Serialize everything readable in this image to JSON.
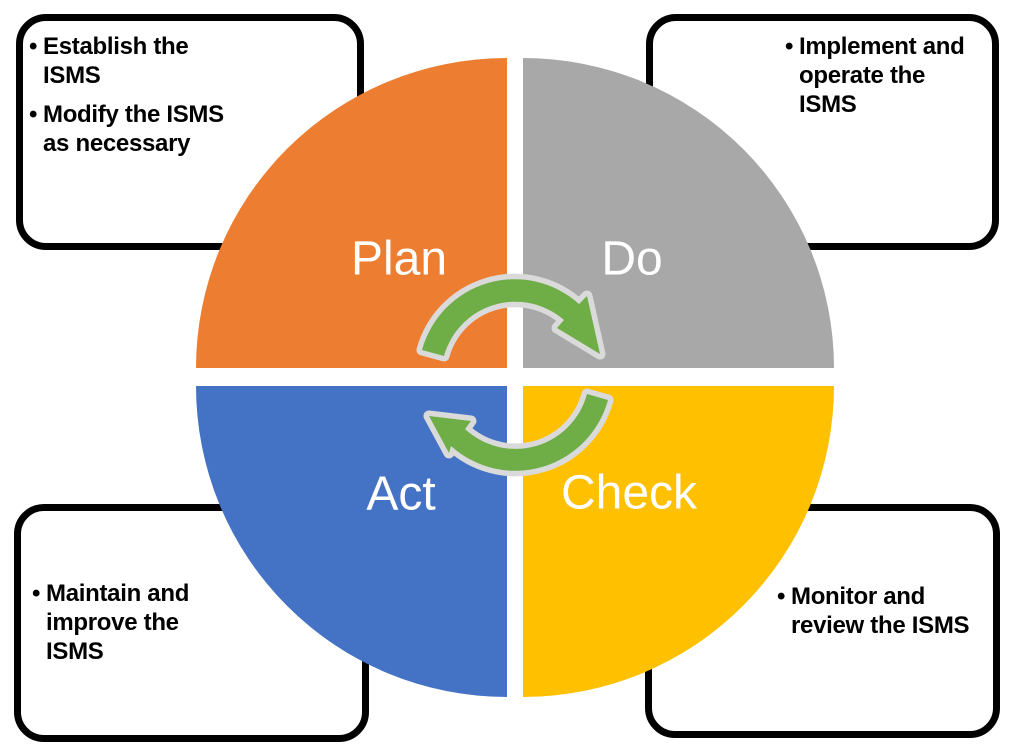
{
  "bullet_char": "•",
  "quadrants": {
    "plan": {
      "label": "Plan",
      "color": "#ED7D31"
    },
    "do": {
      "label": "Do",
      "color": "#A8A8A8"
    },
    "check": {
      "label": "Check",
      "color": "#FFC000"
    },
    "act": {
      "label": "Act",
      "color": "#4472C4"
    },
    "label_color": "#FFFFFF"
  },
  "callouts": {
    "top_left": {
      "items": [
        {
          "lines": [
            "Establish the",
            "ISMS"
          ]
        },
        {
          "lines": [
            "Modify the ISMS",
            "as necessary"
          ]
        }
      ]
    },
    "top_right": {
      "items": [
        {
          "lines": [
            "Implement and",
            "operate the",
            "ISMS"
          ]
        }
      ]
    },
    "bottom_left": {
      "items": [
        {
          "lines": [
            "Maintain and",
            "improve the",
            "ISMS"
          ]
        }
      ]
    },
    "bottom_right": {
      "items": [
        {
          "lines": [
            "Monitor and",
            "review the ISMS"
          ]
        }
      ]
    }
  },
  "arrows": {
    "direction": "clockwise",
    "color": "#6FAD47",
    "outline_color": "#DADADA"
  }
}
